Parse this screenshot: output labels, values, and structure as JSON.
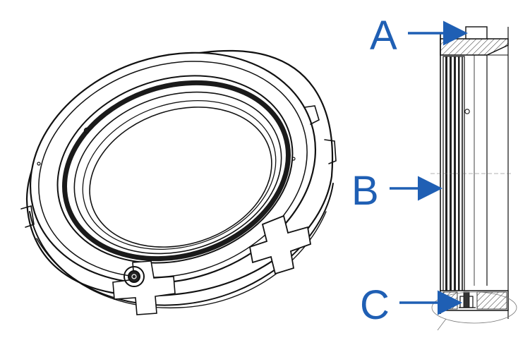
{
  "colors": {
    "callout": "#1f5fb4",
    "line": "#111111"
  },
  "labels": {
    "a": "A",
    "b": "B",
    "c": "C"
  }
}
